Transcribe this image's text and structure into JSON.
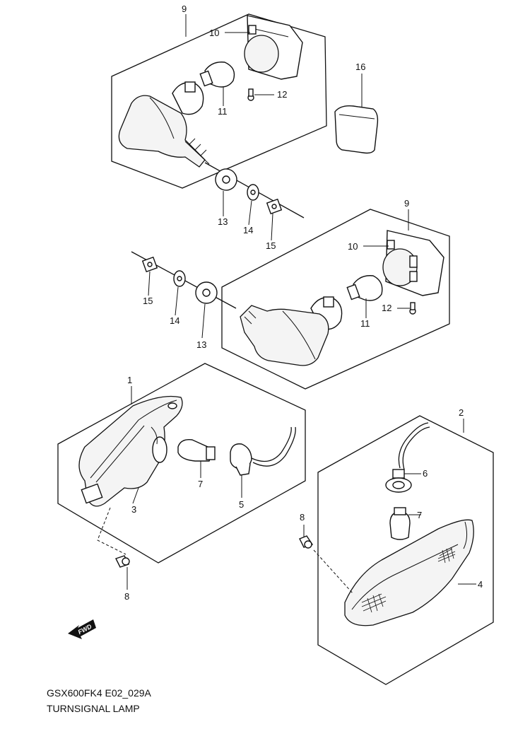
{
  "callouts": {
    "top_group": [
      "9",
      "10",
      "11",
      "12",
      "13",
      "14",
      "15"
    ],
    "mid_group": [
      "9",
      "10",
      "11",
      "12",
      "13",
      "14",
      "15"
    ],
    "rear_left": [
      "1",
      "3",
      "5",
      "7",
      "8"
    ],
    "rear_right": [
      "2",
      "4",
      "6",
      "7",
      "8"
    ],
    "standalone": "16"
  },
  "fwd_badge": "FWD",
  "caption": {
    "model_code": "GSX600FK4 E02_029A",
    "title": "TURNSIGNAL LAMP"
  }
}
